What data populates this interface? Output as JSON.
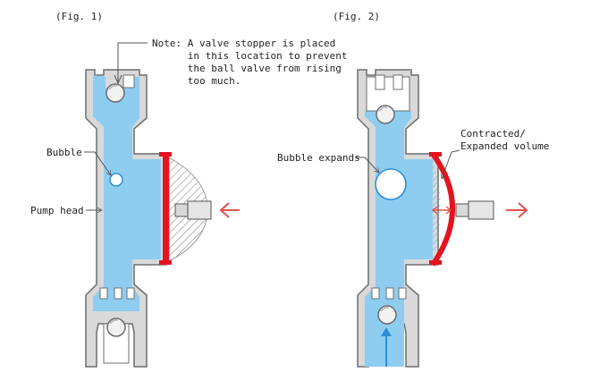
{
  "fig1": {
    "caption": "(Fig. 1)",
    "note_lines": [
      "Note: A valve stopper is placed",
      "      in this location to prevent",
      "      the ball valve from rising",
      "      too much."
    ],
    "bubble_label": "Bubble",
    "pump_head_label": "Pump head"
  },
  "fig2": {
    "caption": "(Fig. 2)",
    "bubble_label": "Bubble expands",
    "volume_label_lines": [
      "Contracted/",
      "Expanded volume"
    ]
  },
  "colors": {
    "liquid": "#8ecdf0",
    "liquid_dark": "#2e8fd6",
    "body": "#d9d9d9",
    "body_outline": "#6d6d6d",
    "diaphragm": "#e3141f",
    "arrow": "#e05050",
    "flow_arrow": "#2a8fd8"
  }
}
